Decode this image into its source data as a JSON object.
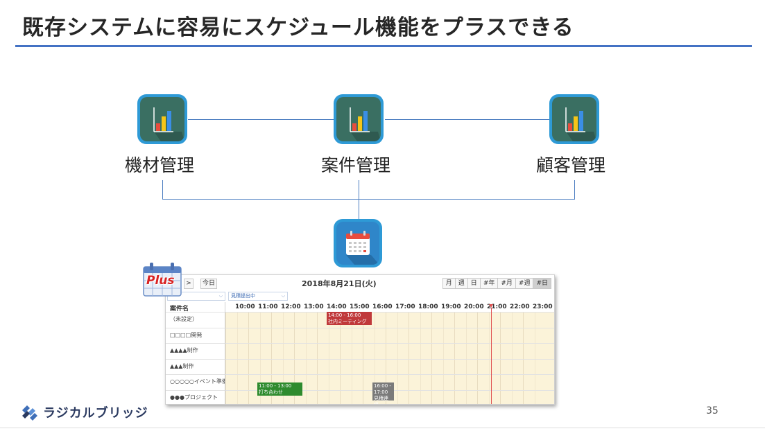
{
  "slide": {
    "title": "既存システムに容易にスケジュール機能をプラスできる",
    "page_number": "35",
    "accent_color": "#4472c4"
  },
  "systems": [
    {
      "label": "機材管理",
      "icon": "bar-chart-icon"
    },
    {
      "label": "案件管理",
      "icon": "bar-chart-icon"
    },
    {
      "label": "顧客管理",
      "icon": "bar-chart-icon"
    }
  ],
  "calendar_app": {
    "icon": "calendar-icon"
  },
  "scheduler": {
    "badge": "Plus",
    "nav_next": ">",
    "today": "今日",
    "date": "2018年8月21日(火)",
    "views": [
      "月",
      "週",
      "日",
      "#年",
      "#月",
      "#週",
      "#日"
    ],
    "active_view": "#日",
    "filters": [
      "",
      "見積提出中"
    ],
    "name_header": "案件名",
    "hours": [
      "10:00",
      "11:00",
      "12:00",
      "13:00",
      "14:00",
      "15:00",
      "16:00",
      "17:00",
      "18:00",
      "19:00",
      "20:00",
      "21:00",
      "22:00",
      "23:00"
    ],
    "rows": [
      "（未設定）",
      "□□□□開発",
      "▲▲▲▲制作",
      "▲▲▲制作",
      "○○○○○イベント準備",
      "●●●プロジェクト"
    ],
    "events": [
      {
        "time": "14:00 - 16:00",
        "title": "社内ミーティング",
        "color": "#c0393b"
      },
      {
        "time": "11:00 - 13:00",
        "title": "打ち合わせ",
        "color": "#2e8b2e"
      },
      {
        "time": "16:00 - 17:00",
        "title": "見積連絡",
        "color": "#7a7a7a"
      }
    ]
  },
  "footer": {
    "brand": "ラジカルブリッジ"
  }
}
